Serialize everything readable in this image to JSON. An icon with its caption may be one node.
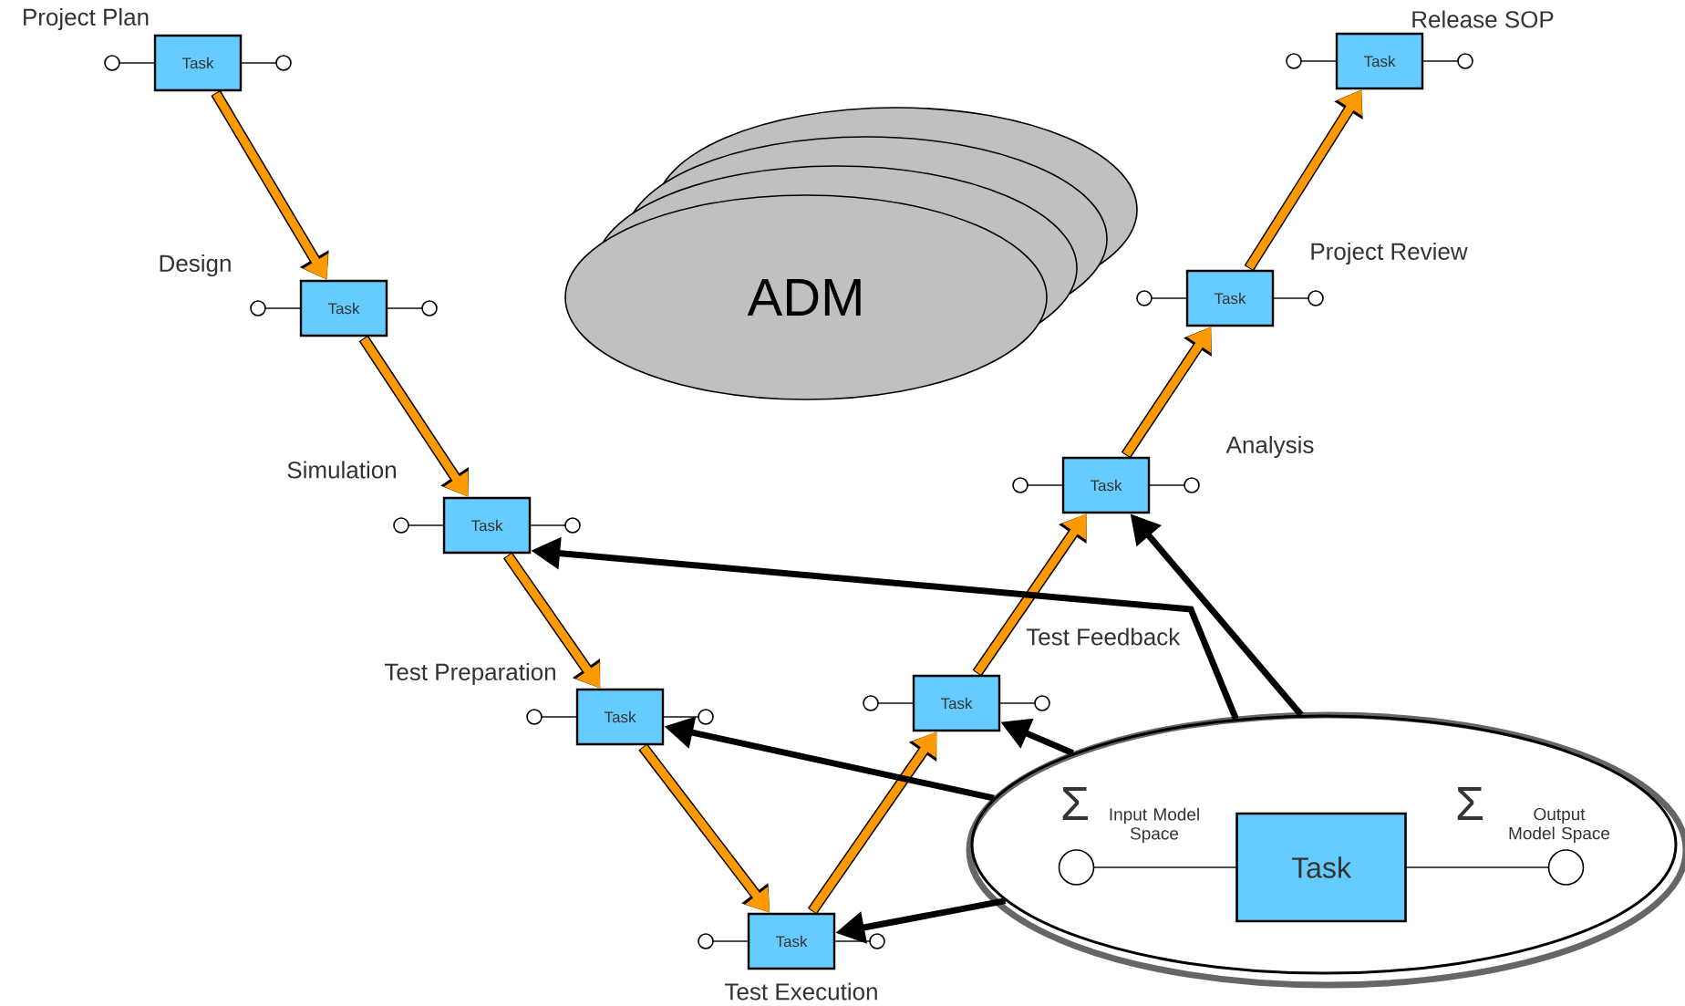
{
  "diagram": {
    "nodes": [
      {
        "text": [
          "Project Plan",
          "Task"
        ]
      },
      {
        "text": [
          "Design",
          "Task"
        ]
      },
      {
        "text": [
          "Simulation",
          "Task"
        ]
      },
      {
        "text": [
          "Test Preparation",
          "Task"
        ]
      },
      {
        "text": [
          "Task",
          "Test Execution"
        ]
      },
      {
        "text": [
          "Test Feedback",
          "Task"
        ]
      },
      {
        "text": [
          "Analysis",
          "Task"
        ]
      },
      {
        "text": [
          "Project Review",
          "Task"
        ]
      },
      {
        "text": [
          "Release SOP",
          "Task"
        ]
      },
      {
        "text": [
          "ADM"
        ]
      },
      {
        "text": [],
        "shape": "ellipse"
      },
      {
        "text": [
          "Task"
        ],
        "in": 10
      }
    ],
    "edges": [
      {
        "from": 0,
        "to": 1,
        "arrow": "to"
      },
      {
        "from": 1,
        "to": 2,
        "arrow": "to"
      },
      {
        "from": 2,
        "to": 3,
        "arrow": "to"
      },
      {
        "from": 3,
        "to": 4,
        "arrow": "to"
      },
      {
        "from": 4,
        "to": 5,
        "arrow": "to"
      },
      {
        "from": 5,
        "to": 6,
        "arrow": "to"
      },
      {
        "from": 6,
        "to": 7,
        "arrow": "to"
      },
      {
        "from": 7,
        "to": 8,
        "arrow": "to"
      },
      {
        "from": 10,
        "to": 2,
        "arrow": "to",
        "color": "#000000"
      },
      {
        "from": 10,
        "to": 3,
        "arrow": "to",
        "color": "#000000"
      },
      {
        "from": 10,
        "to": 4,
        "arrow": "to",
        "color": "#000000"
      },
      {
        "from": 10,
        "to": 5,
        "arrow": "to",
        "color": "#000000"
      },
      {
        "from": 10,
        "to": 6,
        "arrow": "to",
        "color": "#000000"
      }
    ],
    "labels": [
      "Σ",
      "Input Model Space",
      "Σ",
      "Output Model Space"
    ]
  }
}
